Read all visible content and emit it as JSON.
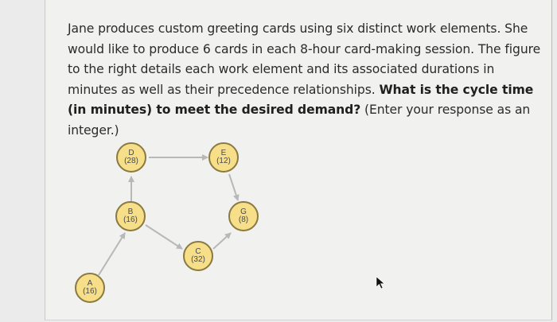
{
  "question": {
    "text_plain": "Jane produces custom greeting cards using six distinct work elements. She would like to produce 6 cards in each 8-hour card-making session. The figure to the right details each work element and its associated durations in minutes as well as their precedence relationships. ",
    "text_bold": "What is the cycle time (in minutes) to meet the desired demand?",
    "text_suffix": " (Enter your response as an integer.)"
  },
  "diagram": {
    "node_fill": "#f6df88",
    "node_border": "#8a7a40",
    "edge_color": "#b8b8b8",
    "nodes": [
      {
        "id": "A",
        "label": "A",
        "duration": "(16)"
      },
      {
        "id": "B",
        "label": "B",
        "duration": "(16)"
      },
      {
        "id": "C",
        "label": "C",
        "duration": "(32)"
      },
      {
        "id": "D",
        "label": "D",
        "duration": "(28)"
      },
      {
        "id": "E",
        "label": "E",
        "duration": "(12)"
      },
      {
        "id": "G",
        "label": "G",
        "duration": "(8)"
      }
    ],
    "edges": [
      {
        "from": "A",
        "to": "B"
      },
      {
        "from": "B",
        "to": "D"
      },
      {
        "from": "B",
        "to": "C"
      },
      {
        "from": "D",
        "to": "E"
      },
      {
        "from": "E",
        "to": "G"
      },
      {
        "from": "C",
        "to": "G"
      }
    ]
  }
}
